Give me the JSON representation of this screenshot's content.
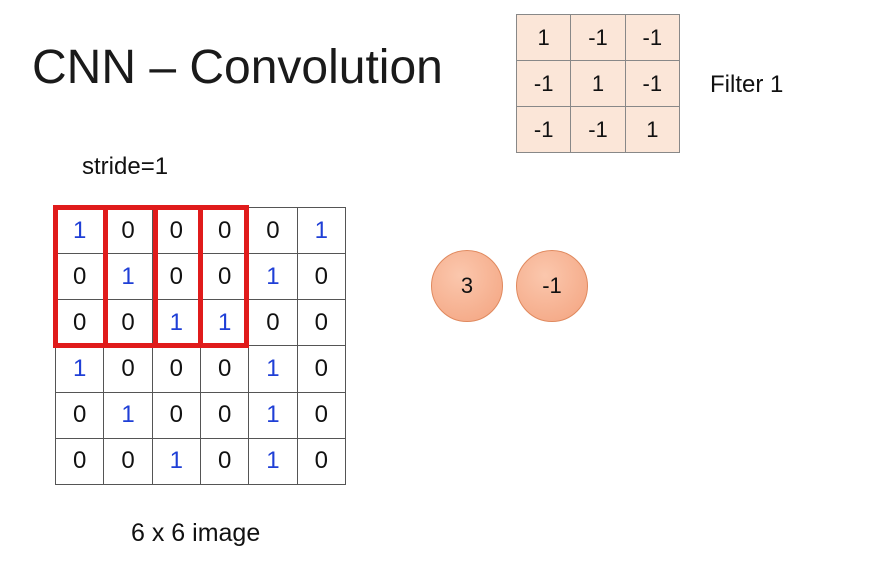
{
  "title": "CNN – Convolution",
  "filter": {
    "label": "Filter 1",
    "rows": [
      [
        "1",
        "-1",
        "-1"
      ],
      [
        "-1",
        "1",
        "-1"
      ],
      [
        "-1",
        "-1",
        "1"
      ]
    ]
  },
  "stride_label": "stride=1",
  "image": {
    "caption": "6 x 6 image",
    "rows": [
      [
        "1",
        "0",
        "0",
        "0",
        "0",
        "1"
      ],
      [
        "0",
        "1",
        "0",
        "0",
        "1",
        "0"
      ],
      [
        "0",
        "0",
        "1",
        "1",
        "0",
        "0"
      ],
      [
        "1",
        "0",
        "0",
        "0",
        "1",
        "0"
      ],
      [
        "0",
        "1",
        "0",
        "0",
        "1",
        "0"
      ],
      [
        "0",
        "0",
        "1",
        "0",
        "1",
        "0"
      ]
    ]
  },
  "outputs": [
    "3",
    "-1"
  ],
  "colors": {
    "highlight": "#e01b1b",
    "one_value": "#1f3fd6",
    "filter_bg": "#fbe6d8",
    "output_fill": "#f3a37f"
  }
}
